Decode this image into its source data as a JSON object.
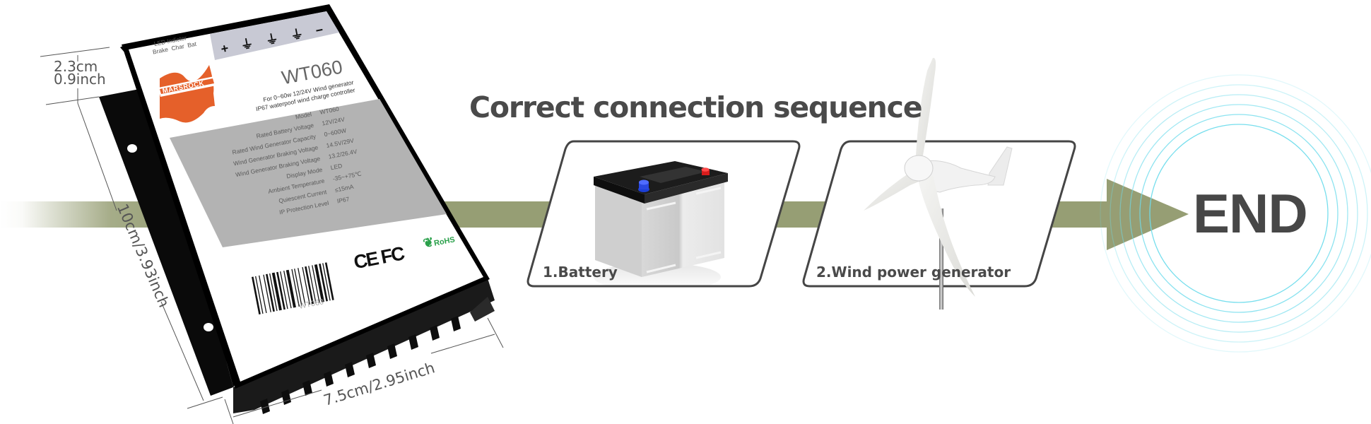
{
  "title": "Correct connection sequence",
  "steps": [
    {
      "label": "1.Battery",
      "icon": "battery-icon"
    },
    {
      "label": "2.Wind power generator",
      "icon": "wind-turbine-icon"
    }
  ],
  "end_label": "END",
  "colors": {
    "arrow": "#969e74",
    "ring": "#6fdcec",
    "text": "#4a4a4a",
    "logo_orange": "#e5602a",
    "label_gray": "#b3b3b3"
  },
  "device": {
    "model_title": "WT060",
    "brand": "MARSROCK",
    "led_header": "LED Indictor",
    "led_labels": [
      "Brake",
      "Char",
      "Bat"
    ],
    "terminals": [
      "+",
      "⏚",
      "⏚",
      "⏚",
      "−"
    ],
    "subtitle_1": "For 0~60w 12/24V  Wind generator",
    "subtitle_2": "IP67 waterpoof wind charge controller",
    "specs": [
      {
        "name": "Model",
        "value": "WT060"
      },
      {
        "name": "Rated Battery Voltage",
        "value": "12V/24V"
      },
      {
        "name": "Rated Wind Generator Capacity",
        "value": "0~600W"
      },
      {
        "name": "Wind Generator Braking Voltage",
        "value": "14.5V/29V"
      },
      {
        "name": "Wind Generator Braking Voltage",
        "value": "13.2/26.4V"
      },
      {
        "name": "Display Mode",
        "value": "LED"
      },
      {
        "name": "Ambient Temperature",
        "value": "-35~+75℃"
      },
      {
        "name": "Quiescent Current",
        "value": "≤15mA"
      },
      {
        "name": "IP Protection Level",
        "value": "IP67"
      }
    ],
    "certifications": [
      "CE",
      "FC",
      "RoHS"
    ],
    "barcode_label": "WT060"
  },
  "dimensions": {
    "height_cm": "2.3cm",
    "height_in": "0.9inch",
    "length": "10cm/3.93inch",
    "width": "7.5cm/2.95inch"
  }
}
